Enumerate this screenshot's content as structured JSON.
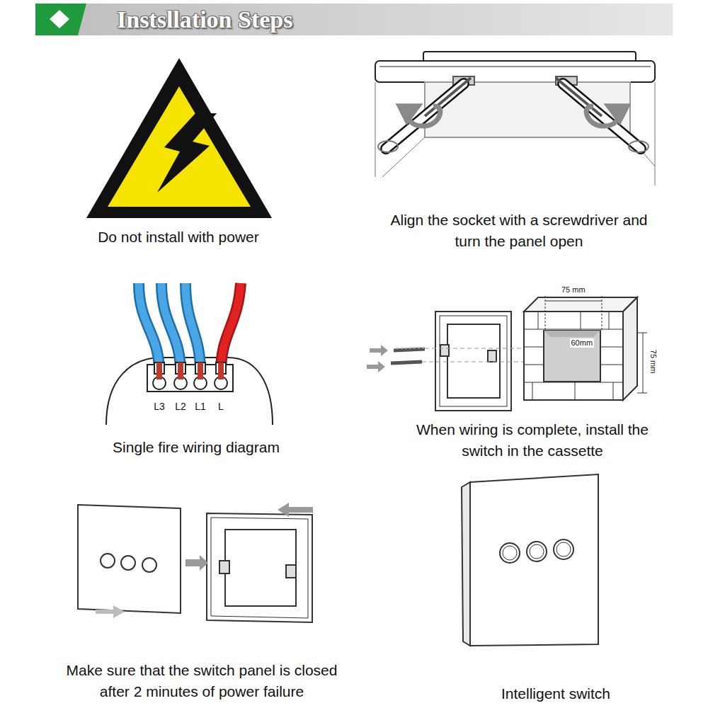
{
  "diagram": {
    "title": "Instsllation Steps",
    "labels": [
      "Do not install with power",
      "Align the socket with a screwdriver and turn the panel open",
      "L3",
      "L2",
      "L1",
      "L",
      "Single fire wiring diagram",
      "75 mm",
      "60mm",
      "75 mm",
      "When wiring is complete, install the switch in the cassette",
      "Make sure that the switch panel is closed after 2 minutes of power failure",
      "Intelligent switch"
    ]
  }
}
